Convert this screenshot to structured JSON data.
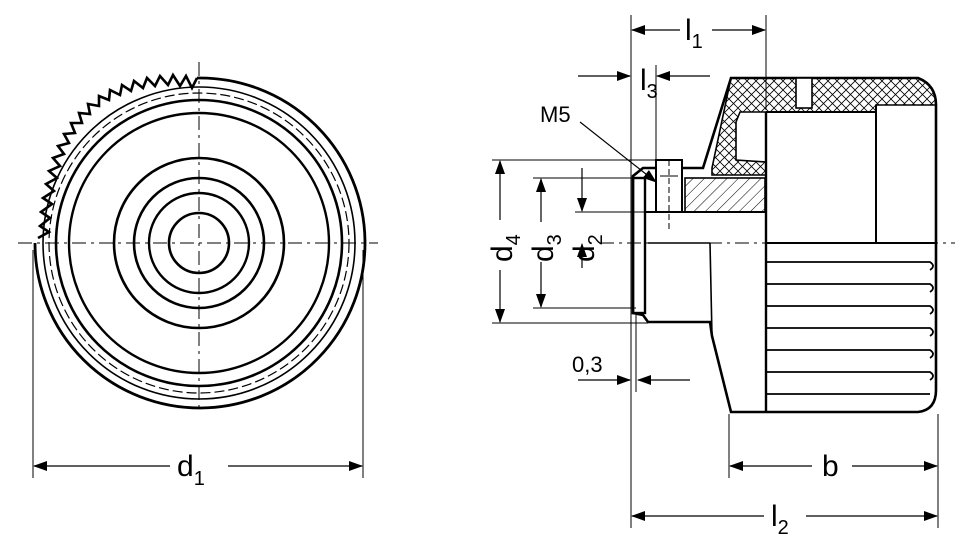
{
  "front_view": {
    "dimension_d1": {
      "symbol": "d",
      "subscript": "1"
    }
  },
  "side_view": {
    "dimension_l1": {
      "symbol": "l",
      "subscript": "1"
    },
    "dimension_l3": {
      "symbol": "l",
      "subscript": "3"
    },
    "dimension_l2": {
      "symbol": "l",
      "subscript": "2"
    },
    "dimension_b": {
      "symbol": "b"
    },
    "dimension_d4": {
      "symbol": "d",
      "subscript": "4"
    },
    "dimension_d3": {
      "symbol": "d",
      "subscript": "3"
    },
    "dimension_d2": {
      "symbol": "d",
      "subscript": "2"
    },
    "clearance_label": "0,3",
    "screw_label": "M5"
  }
}
